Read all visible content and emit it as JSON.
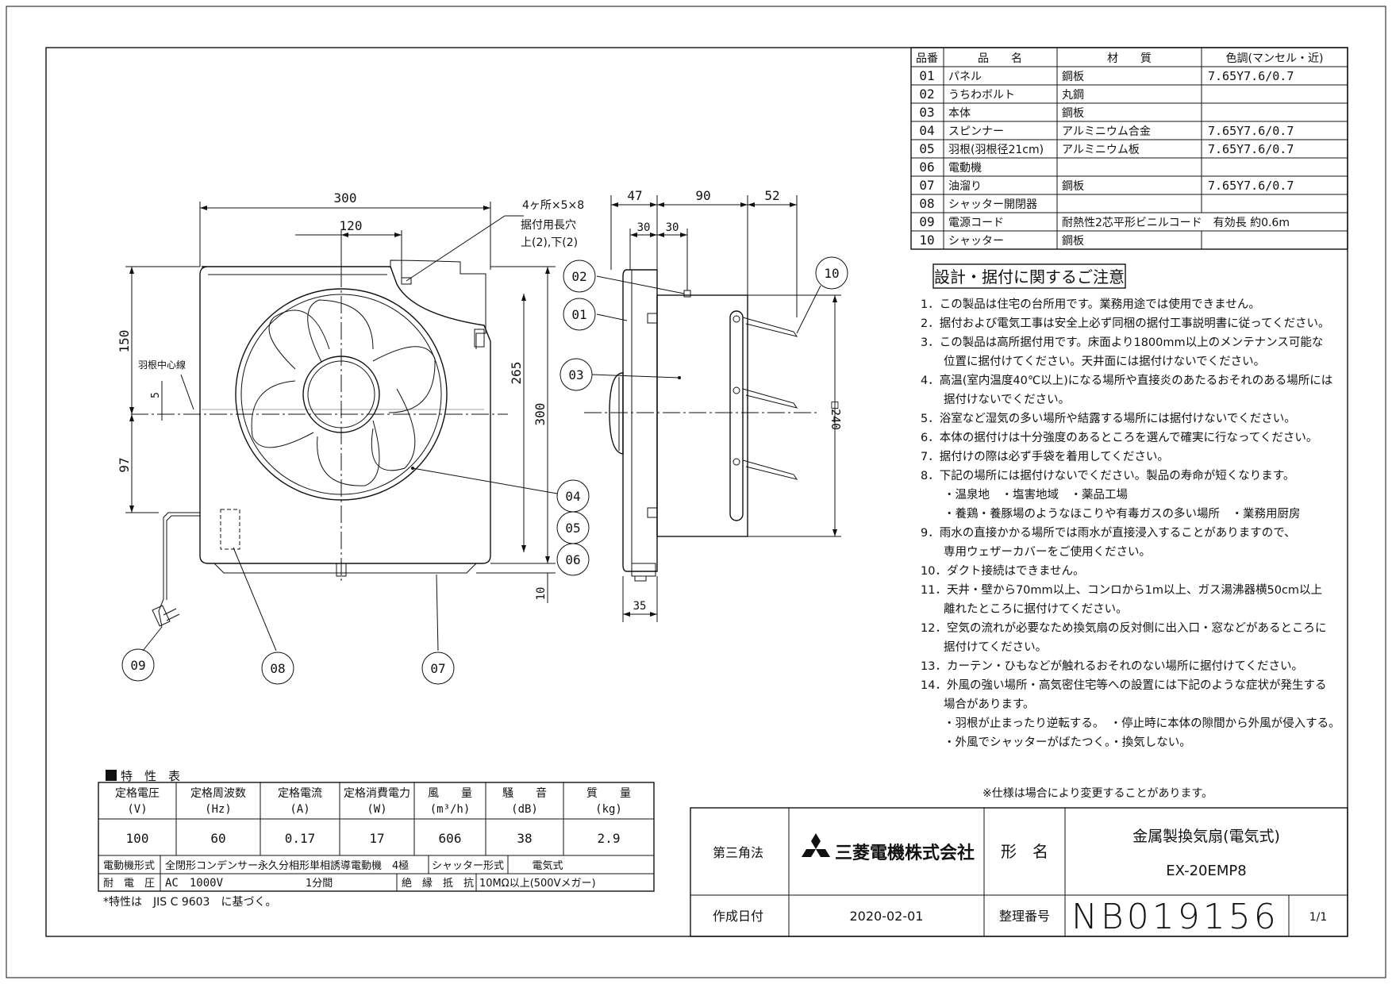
{
  "parts_table": {
    "headers": [
      "品番",
      "品　　名",
      "材　　質",
      "色調(マンセル・近)"
    ],
    "rows": [
      [
        "01",
        "パネル",
        "鋼板",
        "7.65Y7.6/0.7"
      ],
      [
        "02",
        "うちわボルト",
        "丸鋼",
        ""
      ],
      [
        "03",
        "本体",
        "鋼板",
        ""
      ],
      [
        "04",
        "スピンナー",
        "アルミニウム合金",
        "7.65Y7.6/0.7"
      ],
      [
        "05",
        "羽根(羽根径21cm)",
        "アルミニウム板",
        "7.65Y7.6/0.7"
      ],
      [
        "06",
        "電動機",
        "",
        ""
      ],
      [
        "07",
        "油溜り",
        "鋼板",
        "7.65Y7.6/0.7"
      ],
      [
        "08",
        "シャッター開閉器",
        "",
        ""
      ],
      [
        "09",
        "電源コード",
        "耐熱性2芯平形ビニルコード　有効長 約0.6m",
        ""
      ],
      [
        "10",
        "シャッター",
        "鋼板",
        ""
      ]
    ]
  },
  "notes": {
    "title": "設計・据付に関するご注意",
    "lines": [
      "1．この製品は住宅の台所用です。業務用途では使用できません。",
      "2．据付および電気工事は安全上必ず同梱の据付工事説明書に従ってください。",
      "3．この製品は高所据付用です。床面より1800mm以上のメンテナンス可能な",
      "　　位置に据付けてください。天井面には据付けないでください。",
      "4．高温(室内温度40℃以上)になる場所や直接炎のあたるおそれのある場所には",
      "　　据付けないでください。",
      "5．浴室など湿気の多い場所や結露する場所には据付けないでください。",
      "6．本体の据付けは十分強度のあるところを選んで確実に行なってください。",
      "7．据付けの際は必ず手袋を着用してください。",
      "8．下記の場所には据付けないでください。製品の寿命が短くなります。",
      "　　・温泉地　・塩害地域　・薬品工場",
      "　　・養鶏・養豚場のようなほこりや有毒ガスの多い場所　・業務用厨房",
      "9．雨水の直接かかる場所では雨水が直接浸入することがありますので、",
      "　　専用ウェザーカバーをご使用ください。",
      "10．ダクト接続はできません。",
      "11．天井・壁から70mm以上、コンロから1m以上、ガス湯沸器横50cm以上",
      "　　離れたところに据付けてください。",
      "12．空気の流れが必要なため換気扇の反対側に出入口・窓などがあるところに",
      "　　据付けてください。",
      "13．カーテン・ひもなどが触れるおそれのない場所に据付けてください。",
      "14．外風の強い場所・高気密住宅等への設置には下記のような症状が発生する",
      "　　場合があります。",
      "　　・羽根が止まったり逆転する。　・停止時に本体の隙間から外風が侵入する。",
      "　　・外風でシャッターがばたつく。・換気しない。"
    ]
  },
  "front_view": {
    "dims": {
      "w300": "300",
      "w120": "120",
      "h150": "150",
      "h97": "97",
      "h5": "5",
      "h265": "265",
      "h300": "300",
      "h10": "10"
    },
    "hole_note_1": "4ヶ所×5×8",
    "hole_note_2": "据付用長穴",
    "hole_note_3": "上(2),下(2)",
    "center_label": "羽根中心線"
  },
  "side_view": {
    "dims": {
      "d47": "47",
      "d90": "90",
      "d52": "52",
      "d30a": "30",
      "d30b": "30",
      "d35": "35",
      "d240": "□240"
    }
  },
  "callouts": [
    "01",
    "02",
    "03",
    "04",
    "05",
    "06",
    "07",
    "08",
    "09",
    "10"
  ],
  "spec_table": {
    "title": "特　性　表",
    "headers": [
      [
        "定格電圧",
        "(V)"
      ],
      [
        "定格周波数",
        "(Hz)"
      ],
      [
        "定格電流",
        "(A)"
      ],
      [
        "定格消費電力",
        "(W)"
      ],
      [
        "風　　量",
        "(m³/h)"
      ],
      [
        "騒　　音",
        "(dB)"
      ],
      [
        "質　　量",
        "(kg)"
      ]
    ],
    "values": [
      "100",
      "60",
      "0.17",
      "17",
      "606",
      "38",
      "2.9"
    ],
    "motor_label": "電動機形式",
    "motor_value": "全閉形コンデンサー永久分相形単相誘導電動機　4極",
    "shutter_label": "シャッター形式",
    "shutter_value": "電気式",
    "withstand_label": "耐　電　圧",
    "withstand_value": "AC　1000V",
    "withstand_time": "1分間",
    "insulation_label": "絶　縁　抵　抗",
    "insulation_value": "10MΩ以上(500Vメガー)",
    "note": "*特性は　JIS C 9603　に基づく。"
  },
  "spec_change_note": "※仕様は場合により変更することがあります。",
  "title_block": {
    "projection": "第三角法",
    "company": "三菱電機株式会社",
    "model_label": "形　名",
    "product_name": "金属製換気扇(電気式)",
    "model": "EX-20EMP8",
    "date_label": "作成日付",
    "date": "2020-02-01",
    "ref_label": "整理番号",
    "ref": "NB019156",
    "sheet": "1/1"
  }
}
